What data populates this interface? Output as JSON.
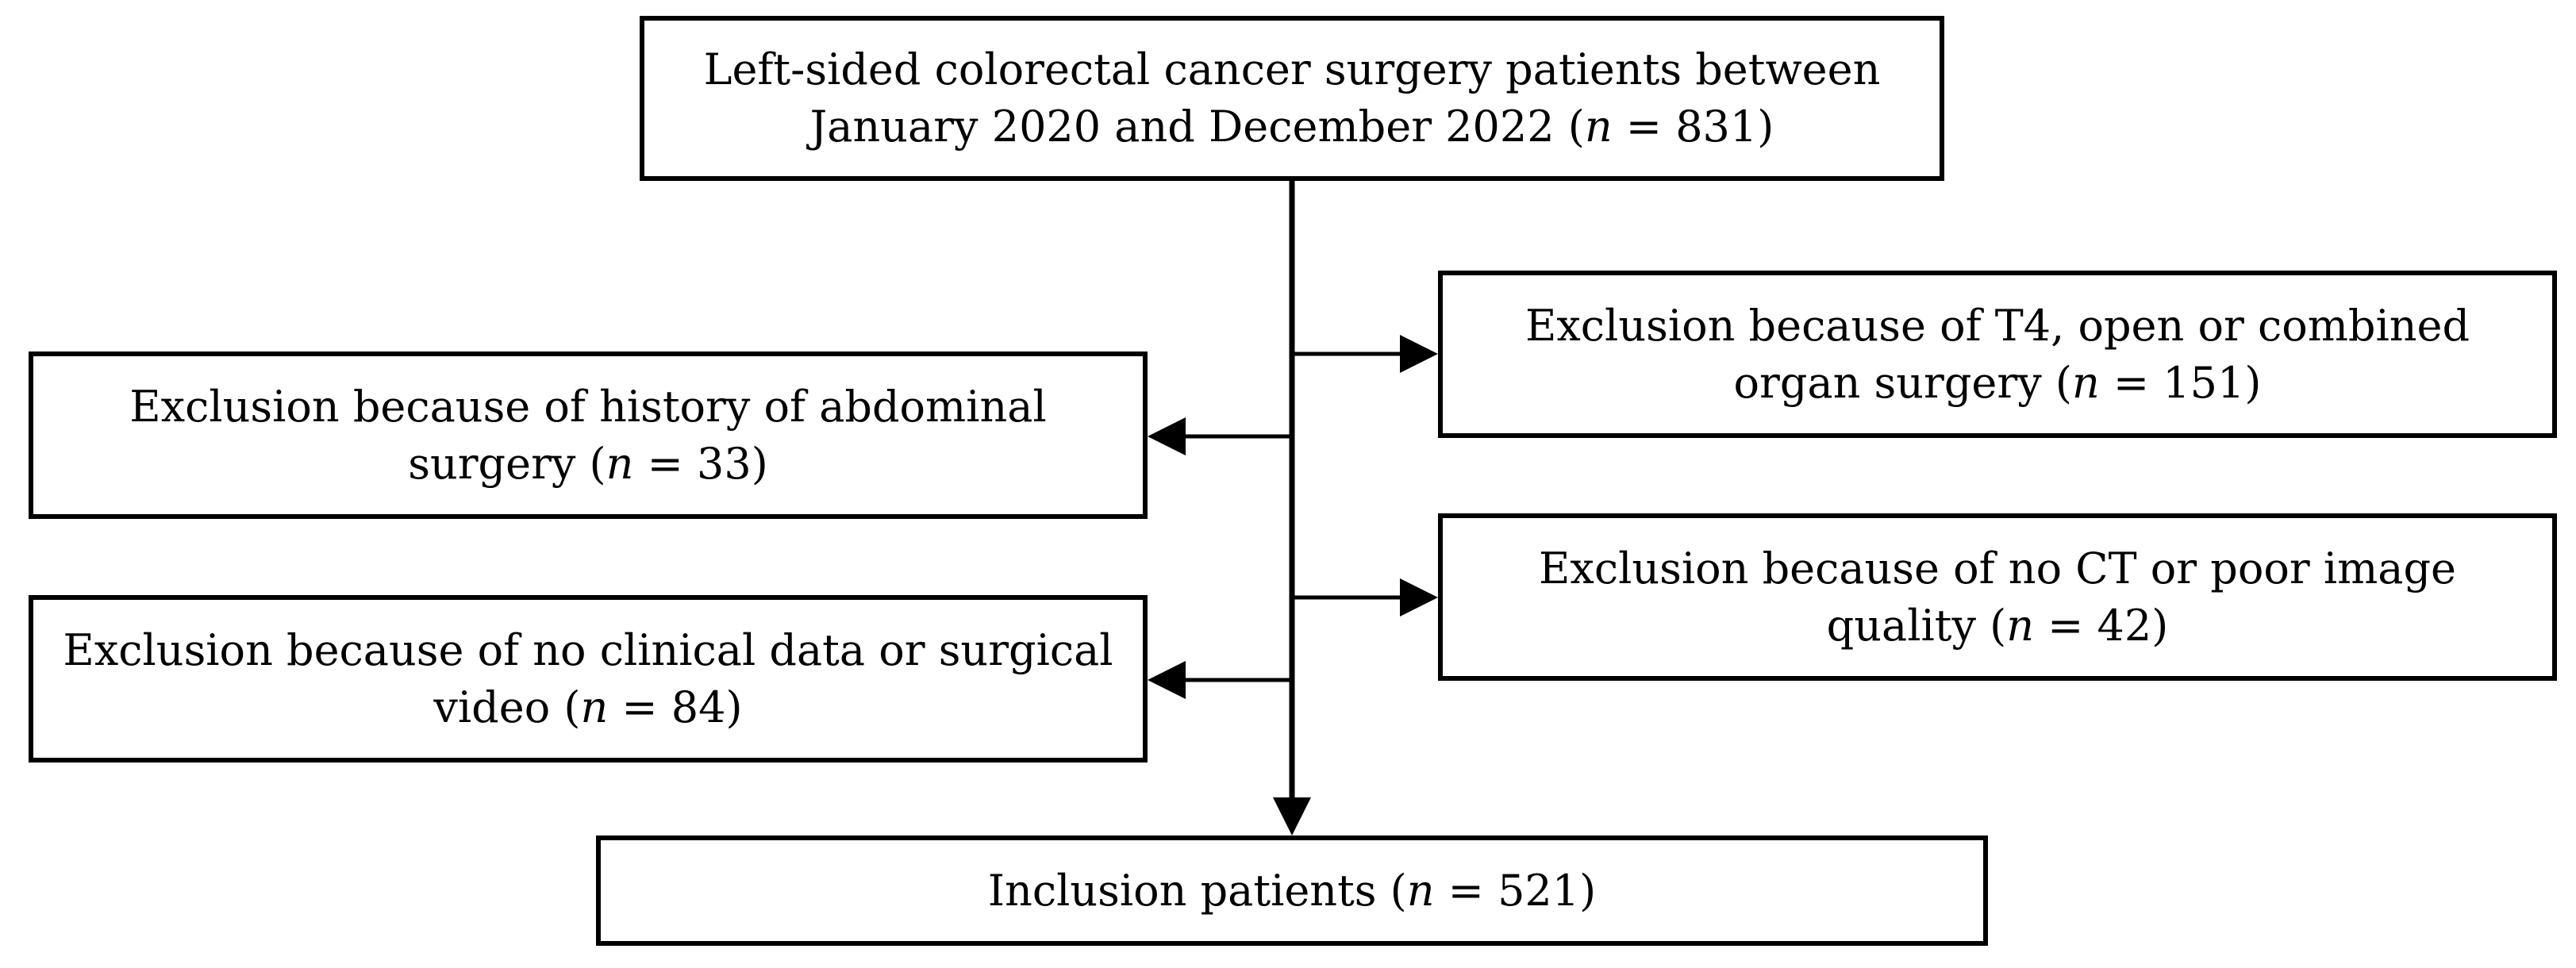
{
  "flowchart": {
    "top": {
      "line1": "Left-sided colorectal cancer surgery patients between",
      "line2_pre": "January 2020 and December 2022 (",
      "n": "n",
      "line2_post": " = 831)"
    },
    "left_1": {
      "line1": "Exclusion because of history of abdominal",
      "line2_pre": "surgery (",
      "n": "n",
      "line2_post": " = 33)"
    },
    "left_2": {
      "line1": "Exclusion because of no clinical data or surgical",
      "line2_pre": "video (",
      "n": "n",
      "line2_post": " = 84)"
    },
    "right_1": {
      "line1": "Exclusion because of T4, open or combined",
      "line2_pre": "organ surgery (",
      "n": "n",
      "line2_post": " = 151)"
    },
    "right_2": {
      "line1": "Exclusion because of no CT or poor image",
      "line2_pre": "quality (",
      "n": "n",
      "line2_post": " = 42)"
    },
    "bottom": {
      "line1_pre": "Inclusion patients (",
      "n": "n",
      "line1_post": " = 521)"
    }
  }
}
